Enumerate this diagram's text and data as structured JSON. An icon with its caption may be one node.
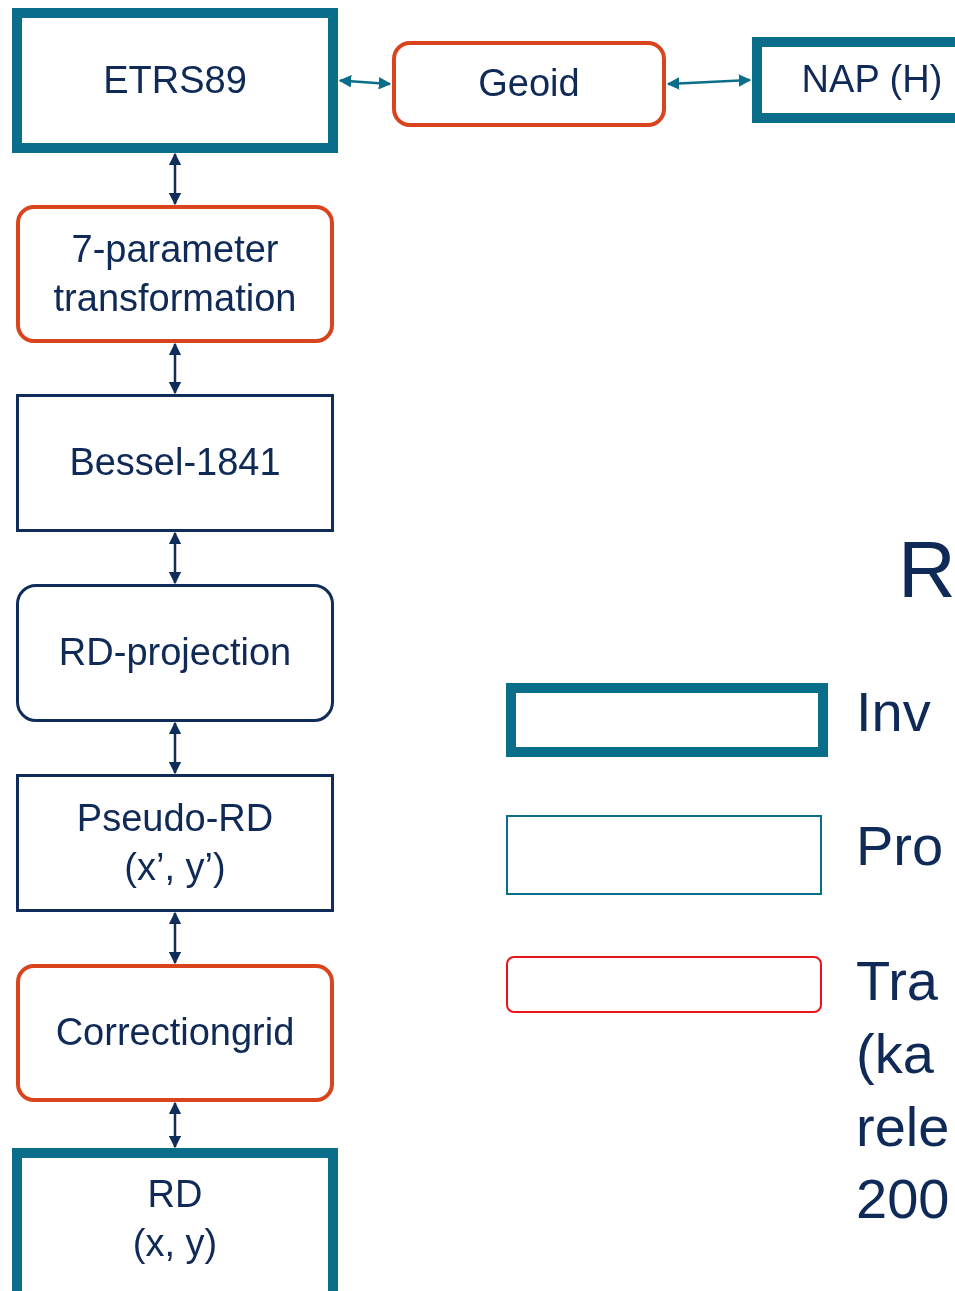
{
  "diagram": {
    "nodes": [
      {
        "text": [
          "ETRS89"
        ]
      },
      {
        "text": [
          "Geoid"
        ]
      },
      {
        "text": [
          "NAP (H)"
        ]
      },
      {
        "text": [
          "7-parameter transformation"
        ]
      },
      {
        "text": [
          "Bessel-1841"
        ]
      },
      {
        "text": [
          "RD-projection"
        ]
      },
      {
        "text": [
          "Pseudo-RD (x’, y’)"
        ]
      },
      {
        "text": [
          "Correctiongrid"
        ]
      },
      {
        "text": [
          "RD (x, y)"
        ]
      }
    ],
    "edges": [
      {
        "from": 0,
        "to": 1,
        "arrow": "both",
        "color": "#0a6e8a"
      },
      {
        "from": 1,
        "to": 2,
        "arrow": "both",
        "color": "#0a6e8a"
      },
      {
        "from": 0,
        "to": 3,
        "arrow": "both"
      },
      {
        "from": 3,
        "to": 4,
        "arrow": "both"
      },
      {
        "from": 4,
        "to": 5,
        "arrow": "both"
      },
      {
        "from": 5,
        "to": 6,
        "arrow": "both"
      },
      {
        "from": 6,
        "to": 7,
        "arrow": "both"
      },
      {
        "from": 7,
        "to": 8,
        "arrow": "both"
      }
    ],
    "labels": [
      "R"
    ],
    "legend": [
      {
        "text": "Inv"
      },
      {
        "text": "Pro"
      },
      {
        "text": "Tra (ka rele 200"
      }
    ]
  }
}
